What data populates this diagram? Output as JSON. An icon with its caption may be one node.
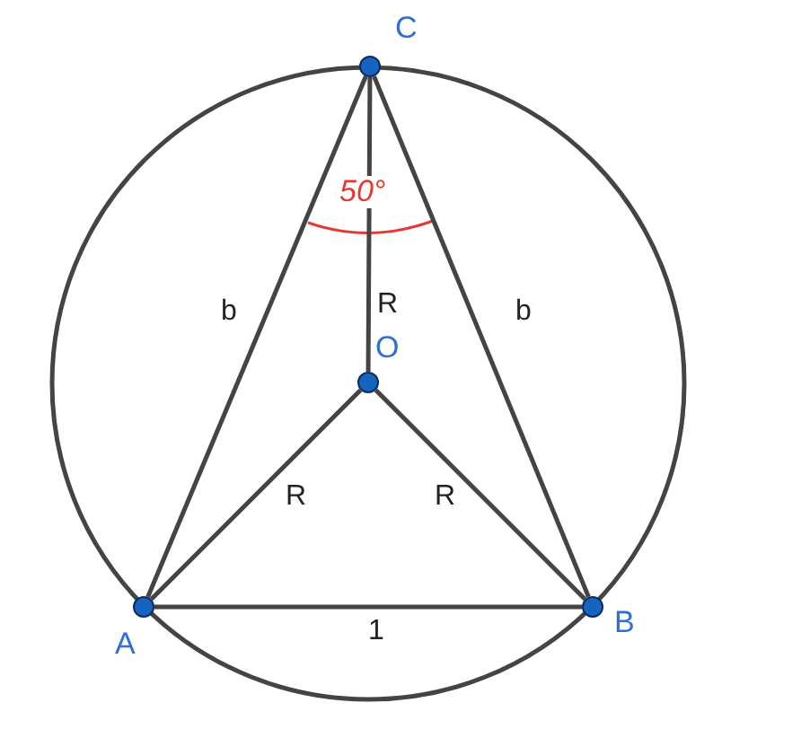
{
  "diagram": {
    "nodes": [
      {
        "text": [
          "C"
        ]
      },
      {
        "text": [
          "O"
        ]
      },
      {
        "text": [
          "A"
        ]
      },
      {
        "text": [
          "B"
        ]
      }
    ],
    "edges": [
      {
        "from": 0,
        "to": 2,
        "arrow": "none",
        "label": "b"
      },
      {
        "from": 0,
        "to": 3,
        "arrow": "none",
        "label": "b"
      },
      {
        "from": 0,
        "to": 1,
        "arrow": "none",
        "label": "R"
      },
      {
        "from": 1,
        "to": 2,
        "arrow": "none",
        "label": "R"
      },
      {
        "from": 1,
        "to": 3,
        "arrow": "none",
        "label": "R"
      },
      {
        "from": 2,
        "to": 3,
        "arrow": "none",
        "label": "1"
      }
    ],
    "labels": [
      "50°"
    ]
  }
}
